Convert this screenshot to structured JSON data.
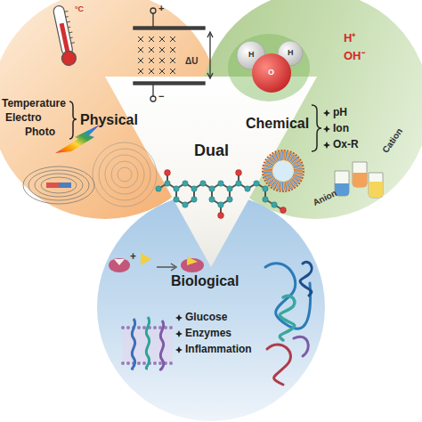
{
  "diagram": {
    "nodes": [
      {
        "text": [
          "Physical",
          "Temperature",
          "Electro",
          "Photo"
        ]
      },
      {
        "text": [
          "Chemical",
          "pH",
          "Ion",
          "Ox-R"
        ]
      },
      {
        "text": [
          "Dual"
        ]
      },
      {
        "text": [
          "Biological",
          "Glucose",
          "Enzymes",
          "Inflammation"
        ]
      }
    ],
    "labels": [
      "°C",
      "+",
      "−",
      "ΔU",
      "H",
      "O",
      "H",
      "H⁺",
      "OH⁻",
      "Cation",
      "Anion",
      "+"
    ]
  }
}
